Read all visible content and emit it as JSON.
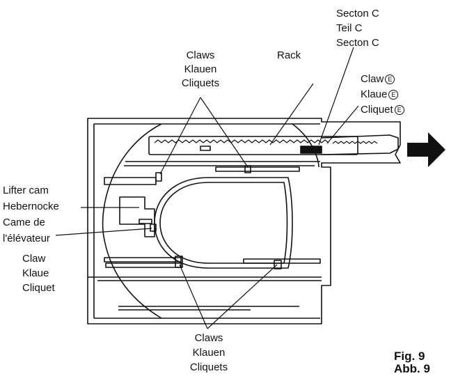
{
  "labels": {
    "section_c_en": "Secton C",
    "section_c_de": "Teil C",
    "section_c_fr": "Secton C",
    "rack": "Rack",
    "claws_top_en": "Claws",
    "claws_top_de": "Klauen",
    "claws_top_fr": "Cliquets",
    "claw_e_en": "Claw",
    "claw_e_de": "Klaue",
    "claw_e_fr": "Cliquet",
    "claw_e_mark": "E",
    "lifter_cam_en": "Lifter cam",
    "lifter_cam_de": "Hebernocke",
    "lifter_cam_fr_1": "Came de",
    "lifter_cam_fr_2": "l'élévateur",
    "claw_left_en": "Claw",
    "claw_left_de": "Klaue",
    "claw_left_fr": "Cliquet",
    "claws_bottom_en": "Claws",
    "claws_bottom_de": "Klauen",
    "claws_bottom_fr": "Cliquets",
    "fig_en": "Fig. 9",
    "fig_de": "Abb. 9"
  },
  "colors": {
    "ink": "#111111",
    "paper": "#ffffff"
  }
}
